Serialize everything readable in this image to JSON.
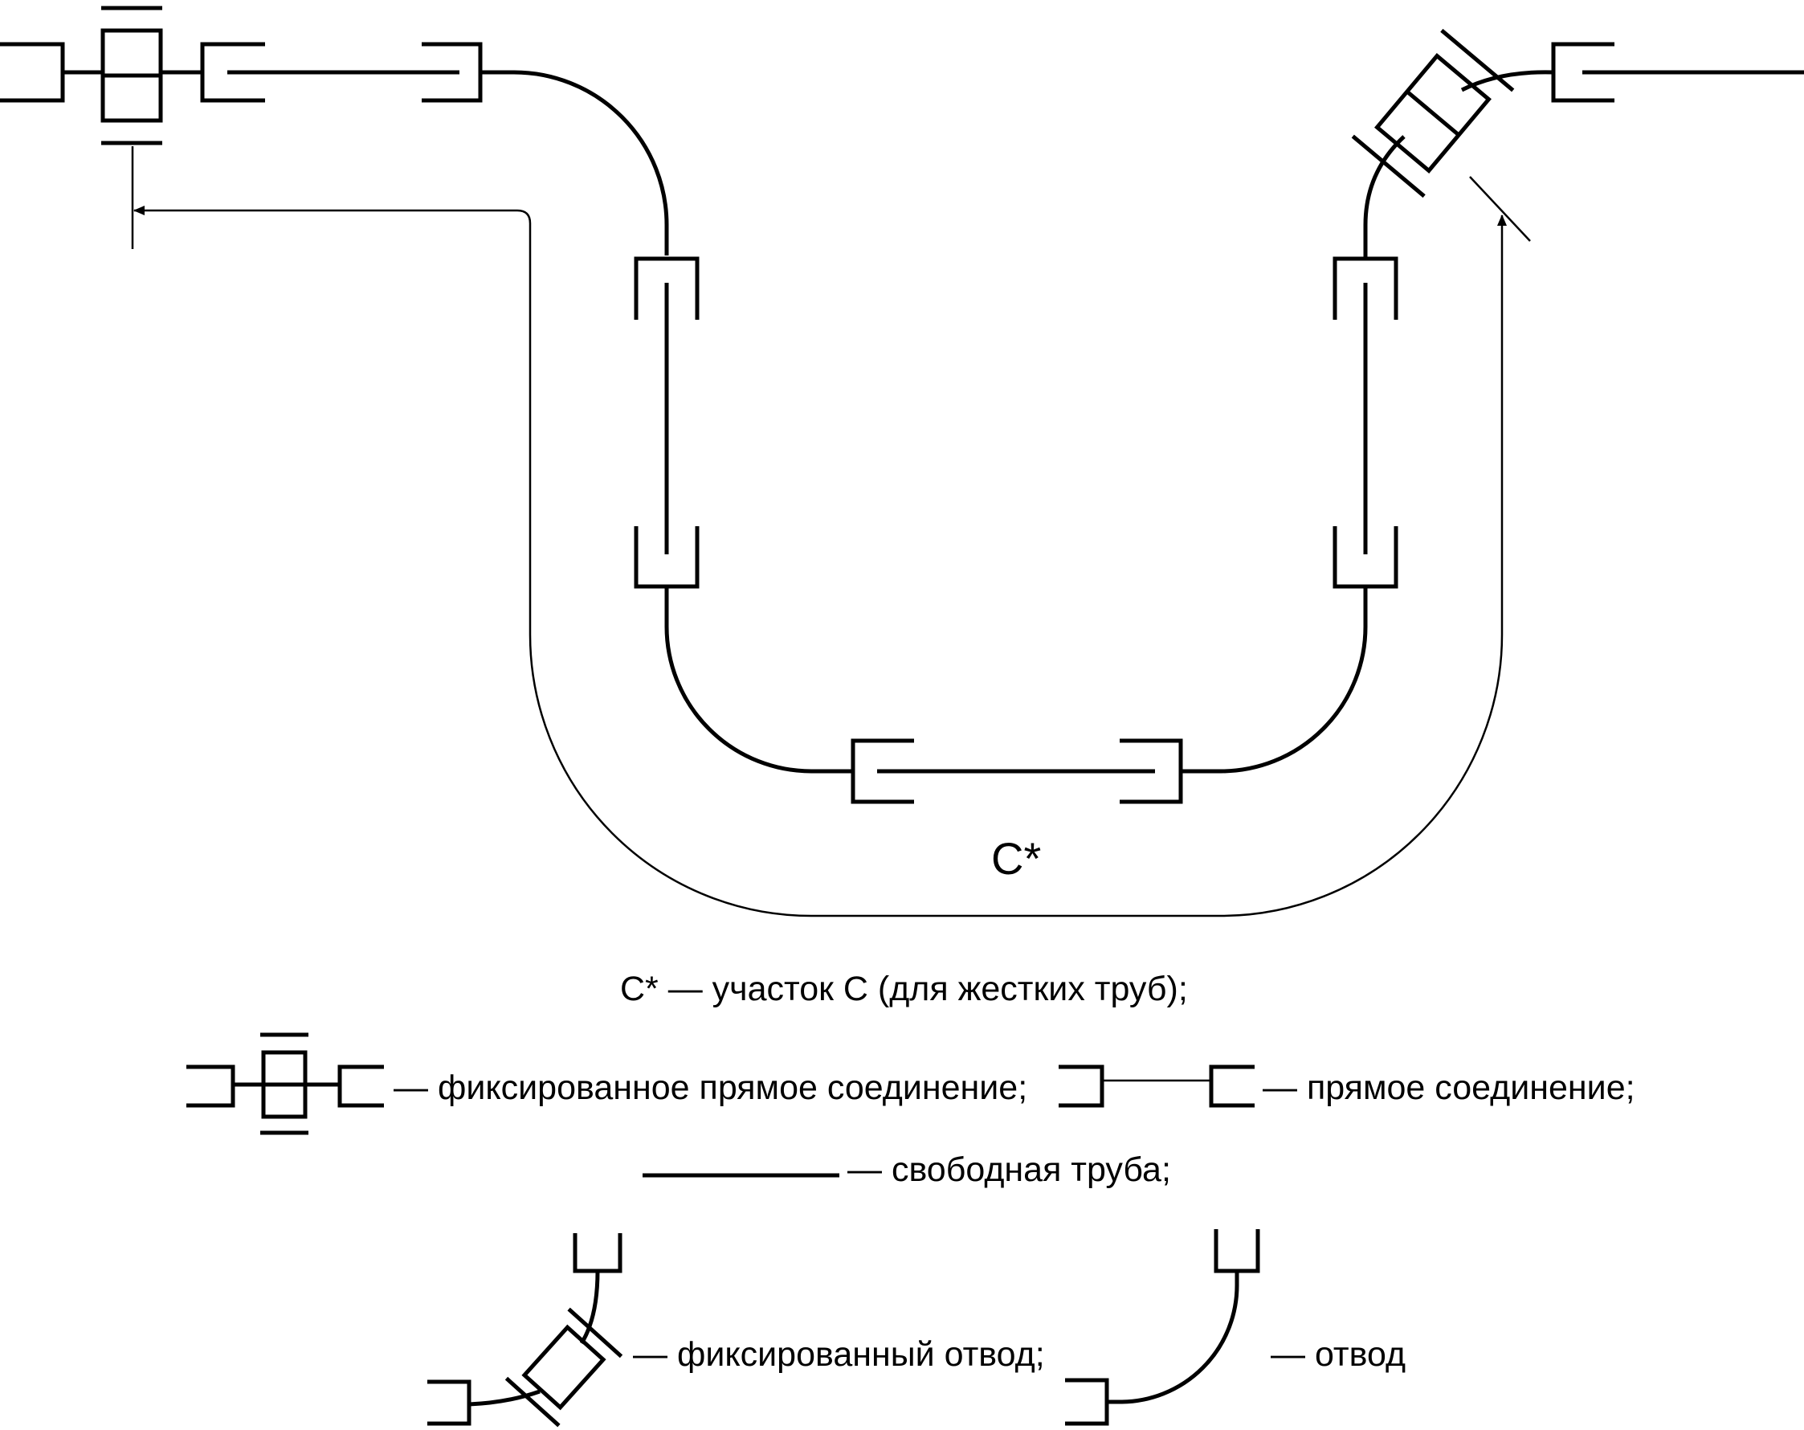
{
  "diagram": {
    "section_label": "C*",
    "colors": {
      "line": "#000000",
      "background": "#ffffff"
    }
  },
  "legend": {
    "c_star_text": "C* — участок C (для жестких труб);",
    "fixed_straight_text": "— фиксированное прямое соединение;",
    "straight_text": "— прямое соединение;",
    "free_pipe_text": "— свободная труба;",
    "fixed_bend_text": "— фиксированный отвод;",
    "bend_text": "— отвод"
  }
}
